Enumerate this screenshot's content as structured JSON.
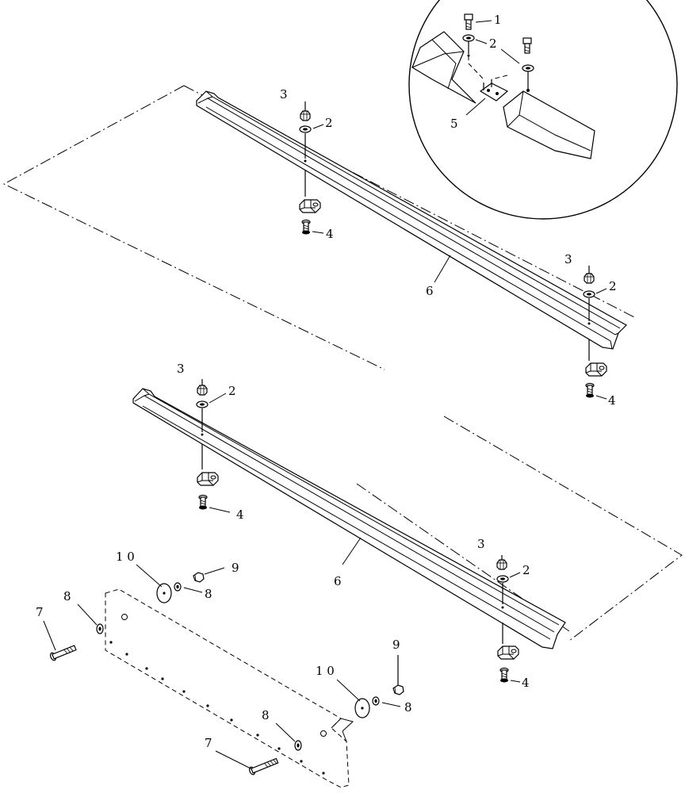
{
  "diagram": {
    "callouts": [
      {
        "id": "c1",
        "text": "1"
      },
      {
        "id": "c2a",
        "text": "2"
      },
      {
        "id": "c5",
        "text": "5"
      },
      {
        "id": "c3a",
        "text": "3"
      },
      {
        "id": "c2b",
        "text": "2"
      },
      {
        "id": "c4a",
        "text": "4"
      },
      {
        "id": "c6a",
        "text": "6"
      },
      {
        "id": "c3b",
        "text": "3"
      },
      {
        "id": "c2c",
        "text": "2"
      },
      {
        "id": "c4b",
        "text": "4"
      },
      {
        "id": "c3c",
        "text": "3"
      },
      {
        "id": "c2d",
        "text": "2"
      },
      {
        "id": "c4c",
        "text": "4"
      },
      {
        "id": "c6b",
        "text": "6"
      },
      {
        "id": "c3d",
        "text": "3"
      },
      {
        "id": "c2e",
        "text": "2"
      },
      {
        "id": "c4d",
        "text": "4"
      },
      {
        "id": "c10a",
        "text": "1 0"
      },
      {
        "id": "c9a",
        "text": "9"
      },
      {
        "id": "c8a",
        "text": "8"
      },
      {
        "id": "c8b",
        "text": "8"
      },
      {
        "id": "c7a",
        "text": "7"
      },
      {
        "id": "c9b",
        "text": "9"
      },
      {
        "id": "c10b",
        "text": "1 0"
      },
      {
        "id": "c8c",
        "text": "8"
      },
      {
        "id": "c8d",
        "text": "8"
      },
      {
        "id": "c7b",
        "text": "7"
      }
    ]
  }
}
